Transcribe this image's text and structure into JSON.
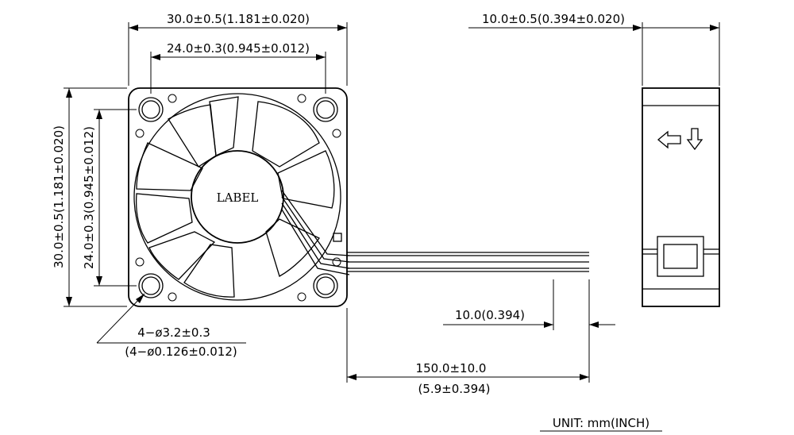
{
  "dimensions": {
    "outer_width": "30.0±0.5(1.181±0.020)",
    "hole_spacing_width": "24.0±0.3(0.945±0.012)",
    "outer_height": "30.0±0.5(1.181±0.020)",
    "hole_spacing_height": "24.0±0.3(0.945±0.012)",
    "thickness": "10.0±0.5(0.394±0.020)",
    "hole_dia_mm": "4−ø3.2±0.3",
    "hole_dia_inch": "(4−ø0.126±0.012)",
    "strip_length": "10.0(0.394)",
    "lead_length_mm": "150.0±10.0",
    "lead_length_inch": "(5.9±0.394)"
  },
  "hub_label": "LABEL",
  "unit_note": "UNIT:  mm(INCH)"
}
